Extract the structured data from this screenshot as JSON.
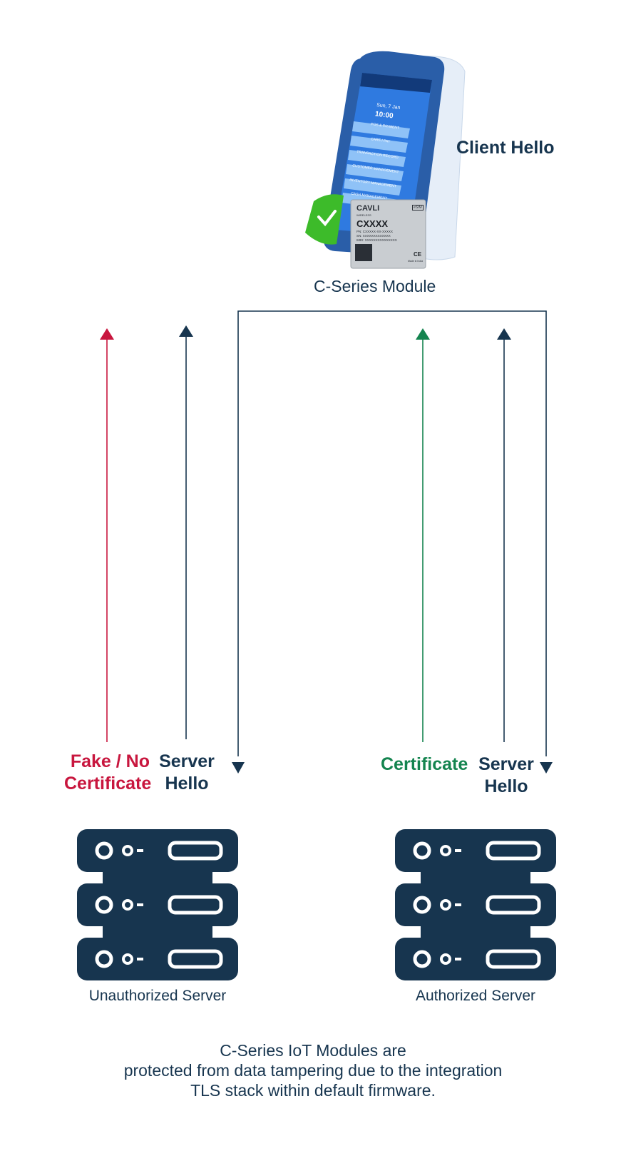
{
  "device": {
    "label": "C-Series Module",
    "client_hello": "Client Hello",
    "screen": {
      "date": "Sun, 7 Jan",
      "time": "10:00",
      "menu": [
        "POS & PAYMENT",
        "CARE / PAY",
        "TRANSACTION RECORD",
        "CUSTOMER MANAGEMENT",
        "INVENTORY MANAGEMENT",
        "CASH MANAGEMENT"
      ]
    },
    "module_chip": {
      "brand": "CAVLI",
      "brand_sub": "WIRELESS",
      "model": "CXXXX",
      "lines": [
        "PN: CXXXXX-XX-XXXXX",
        "SN: XXXXXXXXXXXXX",
        "IMEI: XXXXXXXXXXXXXXX"
      ],
      "badge": "eSIM",
      "mark": "CE",
      "footer": "Made in India"
    }
  },
  "unauthorized": {
    "cert_line1": "Fake / No",
    "cert_line2": "Certificate",
    "server_hello_line1": "Server",
    "server_hello_line2": "Hello",
    "label": "Unauthorized Server"
  },
  "authorized": {
    "cert": "Certificate",
    "server_hello_line1": "Server",
    "server_hello_line2": "Hello",
    "label": "Authorized Server"
  },
  "footer": {
    "line1": "C-Series IoT Modules are",
    "line2": "protected from data tampering due to the integration",
    "line3": "TLS stack within default firmware."
  },
  "colors": {
    "navy": "#17354f",
    "red": "#c8163e",
    "green": "#14844f",
    "screen_blue": "#2f7ae0",
    "shield_green": "#3dbb2a"
  }
}
